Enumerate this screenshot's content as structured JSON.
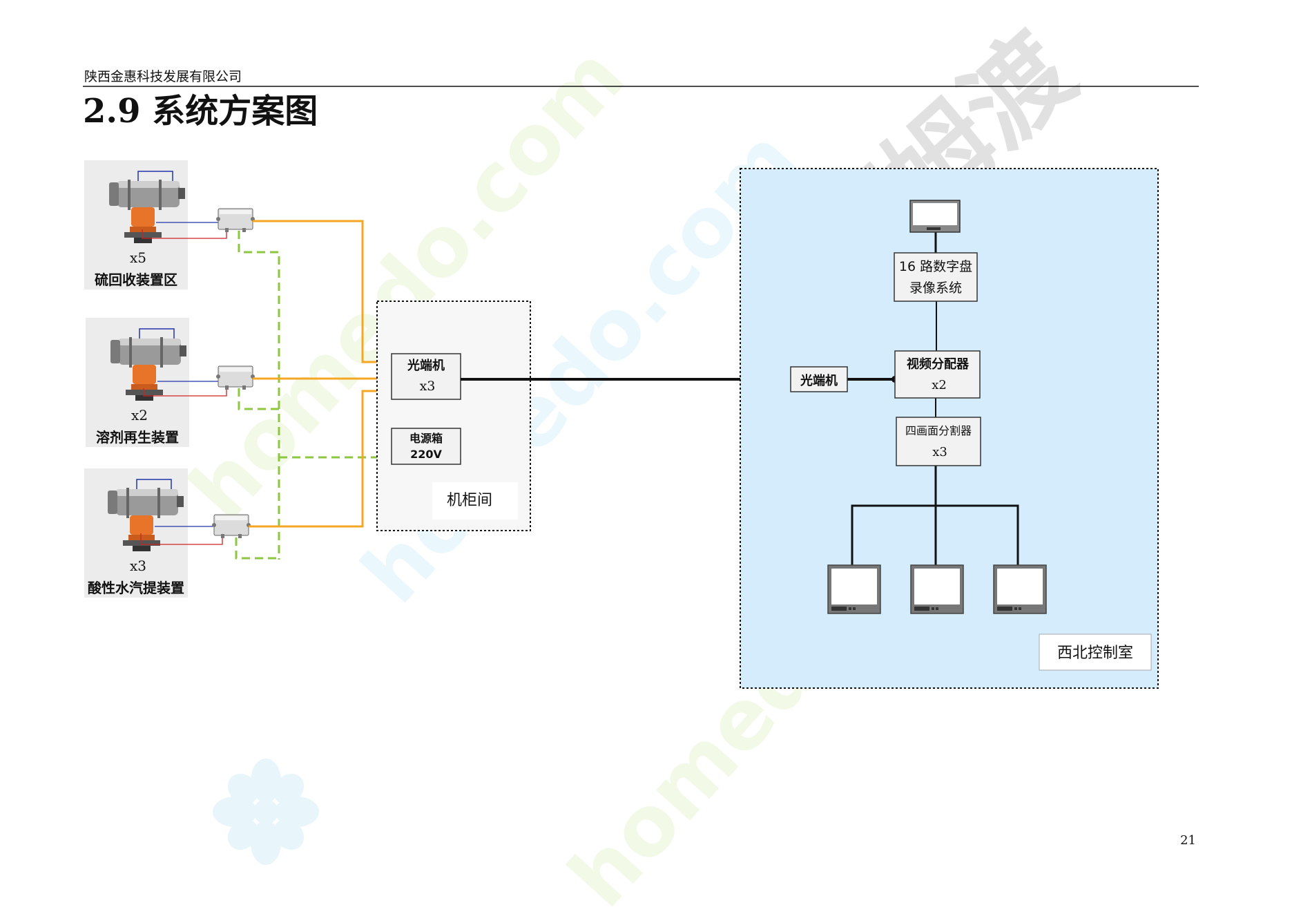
{
  "header": {
    "company": "陕西金惠科技发展有限公司",
    "title": "2.9 系统方案图",
    "page_number": "21"
  },
  "watermark": {
    "text_1": "homedo.com",
    "text_2": "homedo.com",
    "text_3": "homedo.com",
    "brand": "河姆渡"
  },
  "cameras": [
    {
      "count": "x5",
      "area": "硫回收装置区"
    },
    {
      "count": "x2",
      "area": "溶剂再生装置"
    },
    {
      "count": "x3",
      "area": "酸性水汽提装置"
    }
  ],
  "cabinet": {
    "room_label": "机柜间",
    "optical": {
      "line1": "光端机",
      "line2": "x3"
    },
    "power": {
      "line1": "电源箱",
      "line2": "220V"
    }
  },
  "control": {
    "room_label": "西北控制室",
    "optical": "光端机",
    "dvr": {
      "line1": "16 路数字盘",
      "line2": "录像系统"
    },
    "distributor": {
      "line1": "视频分配器",
      "line2": "x2"
    },
    "splitter": {
      "line1": "四画面分割器",
      "line2": "x3"
    }
  },
  "colors": {
    "signal": "#f5a623",
    "power": "#8dc63f",
    "trunk": "#111111",
    "control_bg": "#d4ecfb",
    "camera_body": "#e8742a"
  }
}
